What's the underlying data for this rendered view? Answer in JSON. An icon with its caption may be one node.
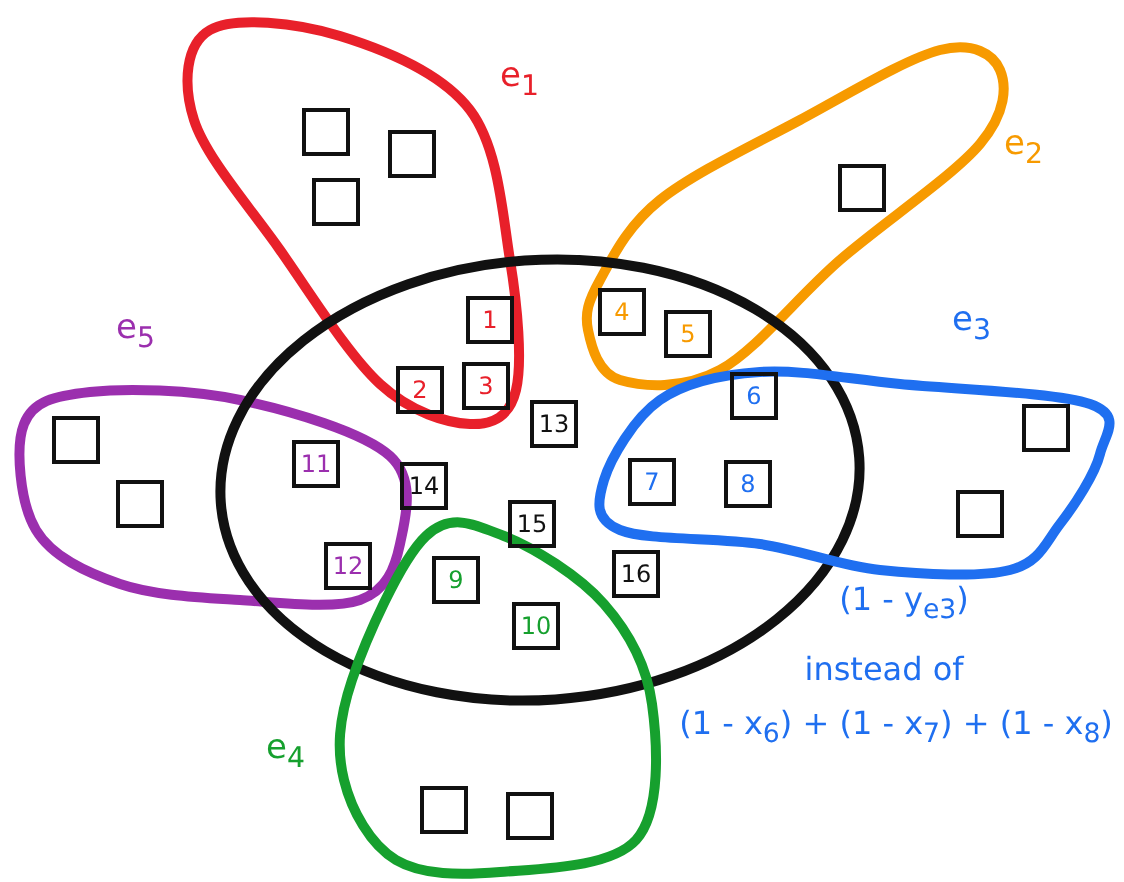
{
  "diagram": {
    "nodes": [
      {
        "text": [
          "e$_{1}$"
        ]
      },
      {
        "text": [],
        "shape": "box",
        "in": 0
      },
      {
        "text": [],
        "shape": "box",
        "in": 0
      },
      {
        "text": [],
        "shape": "box",
        "in": 0
      },
      {
        "text": [
          "e$_{2}$"
        ]
      },
      {
        "text": [],
        "shape": "box",
        "in": 4
      },
      {
        "text": [
          "e$_{5}$"
        ]
      },
      {
        "text": [],
        "shape": "box",
        "in": 6
      },
      {
        "text": [],
        "shape": "box",
        "in": 6
      },
      {
        "text": [],
        "shape": "ellipse"
      },
      {
        "text": [
          "e$_{3}$"
        ]
      },
      {
        "text": [],
        "shape": "box",
        "in": 10
      },
      {
        "text": [],
        "shape": "box",
        "in": 10
      },
      {
        "text": [
          "e$_{4}$"
        ]
      },
      {
        "text": [],
        "shape": "box",
        "in": 13
      },
      {
        "text": [],
        "shape": "box",
        "in": 13
      },
      {
        "text": [
          "1"
        ]
      },
      {
        "text": [
          "2"
        ]
      },
      {
        "text": [
          "3"
        ]
      },
      {
        "text": [
          "4"
        ]
      },
      {
        "text": [
          "5"
        ]
      },
      {
        "text": [
          "6"
        ]
      },
      {
        "text": [
          "7"
        ]
      },
      {
        "text": [
          "8"
        ]
      },
      {
        "text": [
          "9"
        ]
      },
      {
        "text": [
          "10"
        ]
      },
      {
        "text": [
          "11"
        ]
      },
      {
        "text": [
          "12"
        ]
      },
      {
        "text": [
          "13"
        ],
        "in": 9
      },
      {
        "text": [
          "14"
        ],
        "in": 9
      },
      {
        "text": [
          "15"
        ],
        "in": 9
      },
      {
        "text": [
          "16"
        ],
        "in": 9
      }
    ],
    "labels": [
      "(1 - y$_{e3}$)",
      "instead of",
      "(1 - x$_{6}$) + (1 - x$_{7}$) + (1 - x$_{8}$)"
    ]
  }
}
